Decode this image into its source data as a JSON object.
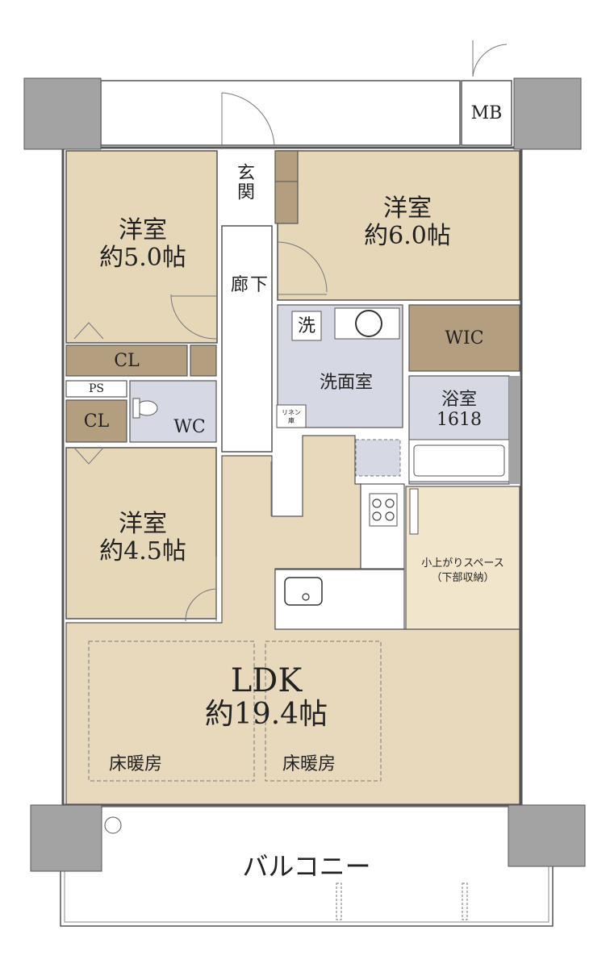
{
  "colors": {
    "room_fill": "#e6d7b9",
    "ldk_fill": "#e8d9bd",
    "wet_fill": "#d6d9e4",
    "storage_fill": "#b49e80",
    "pillar_fill": "#a3a3a3",
    "loft_fill": "#f1e6cc",
    "wall_stroke": "#555555"
  },
  "labels": {
    "mb": "MB",
    "entrance": "玄関",
    "hallway": "廊下",
    "room_ne_name": "洋室",
    "room_ne_size": "約6.0帖",
    "room_nw_name": "洋室",
    "room_nw_size": "約5.0帖",
    "closet_1": "CL",
    "ps": "PS",
    "closet_2": "CL",
    "wc": "WC",
    "wash_mark": "洗",
    "washroom": "洗面室",
    "linen_1": "リネン",
    "linen_2": "庫",
    "wic": "WIC",
    "bath_name": "浴室",
    "bath_size": "1618",
    "loft_1": "小上がりスペース",
    "loft_2": "（下部収納）",
    "room_sw_name": "洋室",
    "room_sw_size": "約4.5帖",
    "ldk_name": "LDK",
    "ldk_size": "約19.4帖",
    "floor_heat_1": "床暖房",
    "floor_heat_2": "床暖房",
    "balcony": "バルコニー"
  }
}
